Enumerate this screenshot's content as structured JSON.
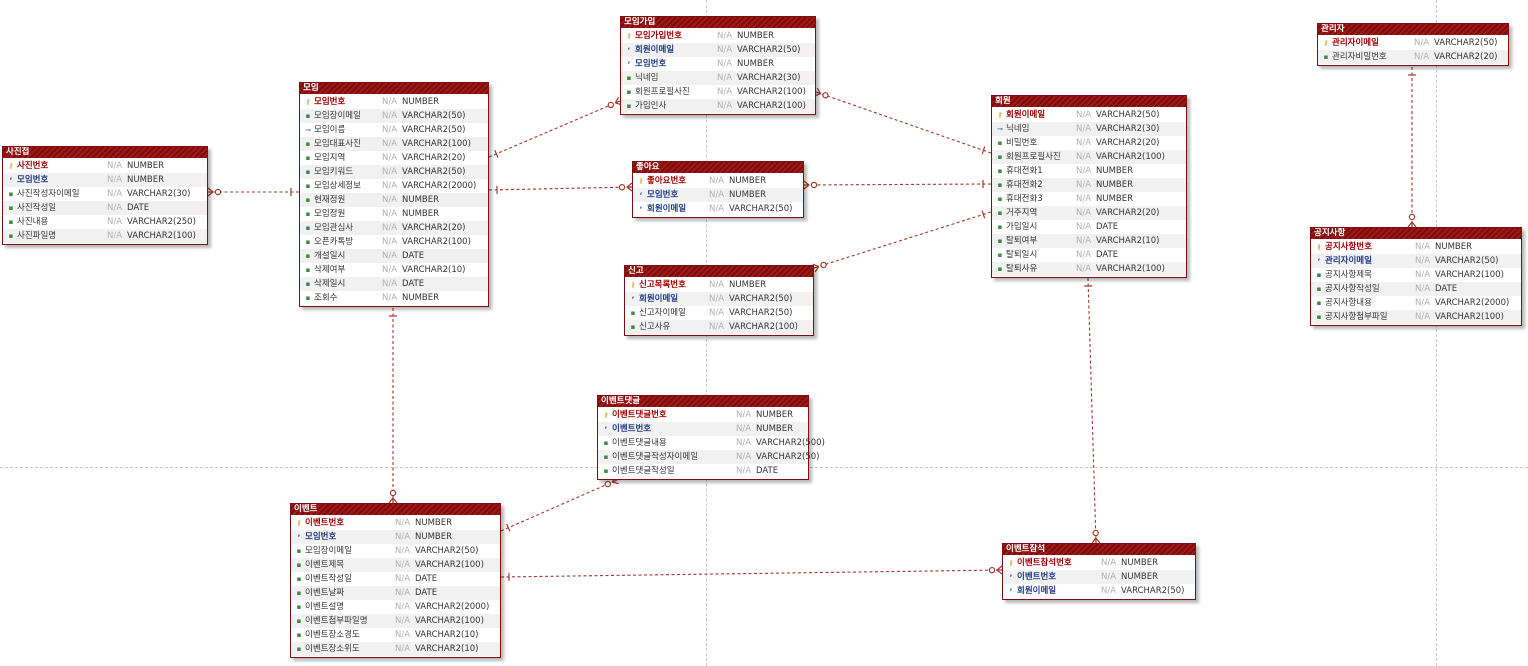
{
  "colors": {
    "header": "#8b1111",
    "relation": "#a0392a"
  },
  "null_label": "N/A",
  "entities": [
    {
      "id": "photo",
      "name": "사진첩",
      "columns": [
        {
          "name": "사진번호",
          "type": "NUMBER",
          "key": "pk"
        },
        {
          "name": "모임번호",
          "type": "NUMBER",
          "key": "fk"
        },
        {
          "name": "사진작성자이메일",
          "type": "VARCHAR2(30)",
          "key": "col"
        },
        {
          "name": "사진작성일",
          "type": "DATE",
          "key": "col"
        },
        {
          "name": "사진내용",
          "type": "VARCHAR2(250)",
          "key": "col"
        },
        {
          "name": "사진파일명",
          "type": "VARCHAR2(100)",
          "key": "col"
        }
      ]
    },
    {
      "id": "group",
      "name": "모임",
      "columns": [
        {
          "name": "모임번호",
          "type": "NUMBER",
          "key": "pk"
        },
        {
          "name": "모임장이메일",
          "type": "VARCHAR2(50)",
          "key": "col"
        },
        {
          "name": "모임이름",
          "type": "VARCHAR2(50)",
          "key": "uk"
        },
        {
          "name": "모임대표사진",
          "type": "VARCHAR2(100)",
          "key": "col"
        },
        {
          "name": "모임지역",
          "type": "VARCHAR2(20)",
          "key": "col"
        },
        {
          "name": "모임키워드",
          "type": "VARCHAR2(50)",
          "key": "col"
        },
        {
          "name": "모임상세정보",
          "type": "VARCHAR2(2000)",
          "key": "col"
        },
        {
          "name": "현재정원",
          "type": "NUMBER",
          "key": "col"
        },
        {
          "name": "모임정원",
          "type": "NUMBER",
          "key": "col"
        },
        {
          "name": "모임관심사",
          "type": "VARCHAR2(20)",
          "key": "col"
        },
        {
          "name": "오픈카톡방",
          "type": "VARCHAR2(100)",
          "key": "col"
        },
        {
          "name": "개설일시",
          "type": "DATE",
          "key": "col"
        },
        {
          "name": "삭제여부",
          "type": "VARCHAR2(10)",
          "key": "col"
        },
        {
          "name": "삭제일시",
          "type": "DATE",
          "key": "col"
        },
        {
          "name": "조회수",
          "type": "NUMBER",
          "key": "col"
        }
      ]
    },
    {
      "id": "join",
      "name": "모임가입",
      "columns": [
        {
          "name": "모임가입번호",
          "type": "NUMBER",
          "key": "pk"
        },
        {
          "name": "회원이메일",
          "type": "VARCHAR2(50)",
          "key": "fk"
        },
        {
          "name": "모임번호",
          "type": "NUMBER",
          "key": "fk"
        },
        {
          "name": "닉네임",
          "type": "VARCHAR2(30)",
          "key": "col"
        },
        {
          "name": "회원프로필사진",
          "type": "VARCHAR2(100)",
          "key": "col"
        },
        {
          "name": "가입인사",
          "type": "VARCHAR2(100)",
          "key": "col"
        }
      ]
    },
    {
      "id": "like",
      "name": "좋아요",
      "columns": [
        {
          "name": "좋아요번호",
          "type": "NUMBER",
          "key": "pk"
        },
        {
          "name": "모임번호",
          "type": "NUMBER",
          "key": "fk"
        },
        {
          "name": "회원이메일",
          "type": "VARCHAR2(50)",
          "key": "fk"
        }
      ]
    },
    {
      "id": "report",
      "name": "신고",
      "columns": [
        {
          "name": "신고목록번호",
          "type": "NUMBER",
          "key": "pk"
        },
        {
          "name": "회원이메일",
          "type": "VARCHAR2(50)",
          "key": "fk"
        },
        {
          "name": "신고자이메일",
          "type": "VARCHAR2(50)",
          "key": "col"
        },
        {
          "name": "신고사유",
          "type": "VARCHAR2(100)",
          "key": "col"
        }
      ]
    },
    {
      "id": "member",
      "name": "회원",
      "columns": [
        {
          "name": "회원이메일",
          "type": "VARCHAR2(50)",
          "key": "pk"
        },
        {
          "name": "닉네임",
          "type": "VARCHAR2(30)",
          "key": "uk"
        },
        {
          "name": "비밀번호",
          "type": "VARCHAR2(20)",
          "key": "col"
        },
        {
          "name": "회원프로필사진",
          "type": "VARCHAR2(100)",
          "key": "col"
        },
        {
          "name": "휴대전화1",
          "type": "NUMBER",
          "key": "col"
        },
        {
          "name": "휴대전화2",
          "type": "NUMBER",
          "key": "col"
        },
        {
          "name": "휴대전화3",
          "type": "NUMBER",
          "key": "col"
        },
        {
          "name": "거주지역",
          "type": "VARCHAR2(20)",
          "key": "col"
        },
        {
          "name": "가입일시",
          "type": "DATE",
          "key": "col"
        },
        {
          "name": "탈퇴여부",
          "type": "VARCHAR2(10)",
          "key": "col"
        },
        {
          "name": "탈퇴일시",
          "type": "DATE",
          "key": "col"
        },
        {
          "name": "탈퇴사유",
          "type": "VARCHAR2(100)",
          "key": "col"
        }
      ]
    },
    {
      "id": "admin",
      "name": "관리자",
      "columns": [
        {
          "name": "관리자이메일",
          "type": "VARCHAR2(50)",
          "key": "pk"
        },
        {
          "name": "관리자비밀번호",
          "type": "VARCHAR2(20)",
          "key": "col"
        }
      ]
    },
    {
      "id": "notice",
      "name": "공지사항",
      "columns": [
        {
          "name": "공지사항번호",
          "type": "NUMBER",
          "key": "pk"
        },
        {
          "name": "관리자이메일",
          "type": "VARCHAR2(50)",
          "key": "fk"
        },
        {
          "name": "공지사항제목",
          "type": "VARCHAR2(100)",
          "key": "col"
        },
        {
          "name": "공지사항작성일",
          "type": "DATE",
          "key": "col"
        },
        {
          "name": "공지사항내용",
          "type": "VARCHAR2(2000)",
          "key": "col"
        },
        {
          "name": "공지사항첨부파일",
          "type": "VARCHAR2(100)",
          "key": "col"
        }
      ]
    },
    {
      "id": "evcomment",
      "name": "이벤트댓글",
      "columns": [
        {
          "name": "이벤트댓글번호",
          "type": "NUMBER",
          "key": "pk"
        },
        {
          "name": "이벤트번호",
          "type": "NUMBER",
          "key": "fk"
        },
        {
          "name": "이벤트댓글내용",
          "type": "VARCHAR2(500)",
          "key": "col"
        },
        {
          "name": "이벤트댓글작성자이메일",
          "type": "VARCHAR2(50)",
          "key": "col"
        },
        {
          "name": "이벤트댓글작성일",
          "type": "DATE",
          "key": "col"
        }
      ]
    },
    {
      "id": "event",
      "name": "이벤트",
      "columns": [
        {
          "name": "이벤트번호",
          "type": "NUMBER",
          "key": "pk"
        },
        {
          "name": "모임번호",
          "type": "NUMBER",
          "key": "fk"
        },
        {
          "name": "모임장이메일",
          "type": "VARCHAR2(50)",
          "key": "col"
        },
        {
          "name": "이벤트제목",
          "type": "VARCHAR2(100)",
          "key": "col"
        },
        {
          "name": "이벤트작성일",
          "type": "DATE",
          "key": "col"
        },
        {
          "name": "이벤트날짜",
          "type": "DATE",
          "key": "col"
        },
        {
          "name": "이벤트설명",
          "type": "VARCHAR2(2000)",
          "key": "col"
        },
        {
          "name": "이벤트첨부파일명",
          "type": "VARCHAR2(100)",
          "key": "col"
        },
        {
          "name": "이벤트장소경도",
          "type": "VARCHAR2(10)",
          "key": "col"
        },
        {
          "name": "이벤트장소위도",
          "type": "VARCHAR2(10)",
          "key": "col"
        }
      ]
    },
    {
      "id": "evjoin",
      "name": "이벤트참석",
      "columns": [
        {
          "name": "이벤트참석번호",
          "type": "NUMBER",
          "key": "pk"
        },
        {
          "name": "이벤트번호",
          "type": "NUMBER",
          "key": "fk"
        },
        {
          "name": "회원이메일",
          "type": "VARCHAR2(50)",
          "key": "fk"
        }
      ]
    }
  ],
  "relationships": [
    {
      "from": "group",
      "to": "photo"
    },
    {
      "from": "group",
      "to": "join"
    },
    {
      "from": "group",
      "to": "like"
    },
    {
      "from": "member",
      "to": "join"
    },
    {
      "from": "member",
      "to": "like"
    },
    {
      "from": "member",
      "to": "report"
    },
    {
      "from": "group",
      "to": "event"
    },
    {
      "from": "event",
      "to": "evcomment"
    },
    {
      "from": "event",
      "to": "evjoin"
    },
    {
      "from": "member",
      "to": "evjoin"
    },
    {
      "from": "admin",
      "to": "notice"
    }
  ]
}
